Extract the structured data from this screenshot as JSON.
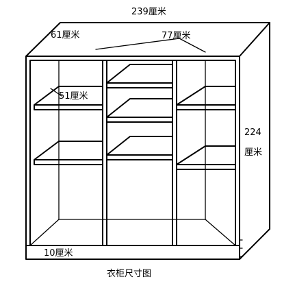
{
  "labels": {
    "width": "239厘米",
    "depth": "61厘米",
    "section_width": "77厘米",
    "shelf_gap": "51厘米",
    "height_value": "224",
    "height_unit": "厘米",
    "base": "10厘米"
  },
  "caption": "衣柜尺寸图"
}
